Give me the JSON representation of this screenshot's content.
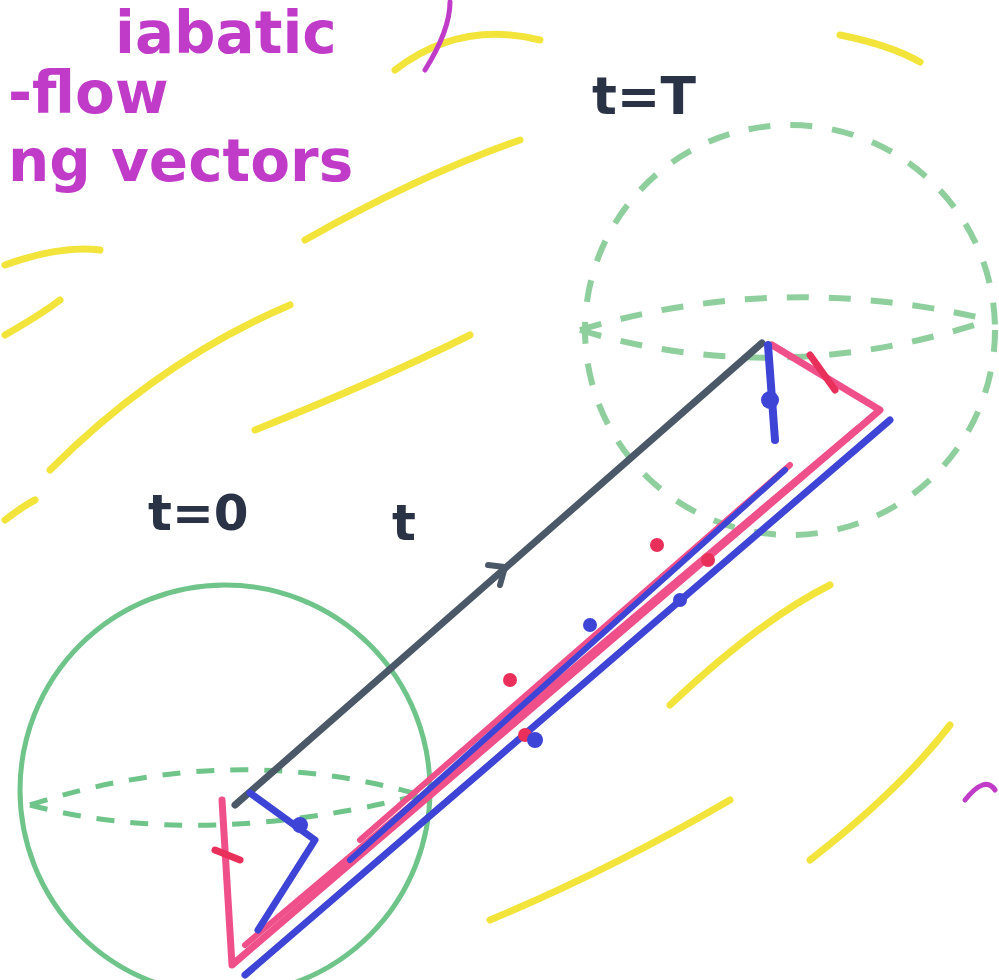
{
  "diagram": {
    "labels": [
      "iabatic",
      "-flow",
      "ng vectors",
      "t=T",
      "t=0",
      "t"
    ]
  }
}
